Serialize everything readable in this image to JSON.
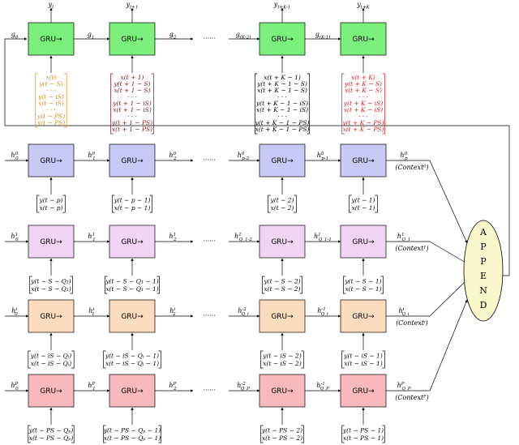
{
  "colors": {
    "decoder_box": "#7cf07c",
    "row0_box": "#c9c9f5",
    "row1_box": "#f1d6f3",
    "rowi_box": "#fbdcbf",
    "rowP_box": "#f7b9bb",
    "append_fill": "#fbf7cc",
    "orange_text": "#e08a14",
    "dark_red_text": "#8a1010",
    "red_text": "#e01818",
    "black_text": "#000000"
  },
  "gru_label": "GRU→",
  "append_letters": [
    "A",
    "P",
    "P",
    "E",
    "N",
    "D"
  ],
  "decoder": {
    "outputs": [
      "y_t",
      "y_{t+1}",
      "y_{t+K-1}",
      "y_{t+K}"
    ],
    "states": [
      "g_0",
      "g_1",
      "g_2",
      "······",
      "g_{(K-2)}",
      "g_{(K-1)}"
    ],
    "inputs": [
      [
        "x(t)",
        "y(t − S)",
        "· · ·",
        "y(t − iS)",
        "x(t − iS)",
        "· · ·",
        "y(t − PS)",
        "x(t − PS)"
      ],
      [
        "x(t + 1)",
        "y(t + 1 − S)",
        "x(t + 1 − S)",
        "· · ·",
        "y(t + 1 − iS)",
        "x(t + 1 − iS)",
        "· · ·",
        "y(t + 1 − PS)",
        "x(t + 1 − PS)"
      ],
      [
        "x(t + K − 1)",
        "y(t + K − 1 − S)",
        "x(t + K − 1 − S)",
        "· · ·",
        "y(t + K − 1 − iS)",
        "x(t + K − 1 − iS)",
        "· · ·",
        "y(t + K − 1 − PS)",
        "x(t + K − 1 − PS)"
      ],
      [
        "x(t + K)",
        "y(t + K − S)",
        "x(t + K − S)",
        "· · ·",
        "y(t + K − iS)",
        "x(t + K − iS)",
        "· · ·",
        "y(t + K − PS)",
        "x(t + K − PS)"
      ]
    ]
  },
  "encoder_rows": [
    {
      "states": [
        "h_0^0",
        "h_1^0",
        "h_2^0",
        "······",
        "h_{p-2}^0",
        "h_{p-1}^0",
        "h_p^0"
      ],
      "context": "(Context⁰)",
      "inputs": [
        [
          "y(t − p)",
          "x(t − p)"
        ],
        [
          "y(t − p − 1)",
          "x(t − p − 1)"
        ],
        [
          "y(t − 2)",
          "x(t − 2)"
        ],
        [
          "y(t − 1)",
          "x(t − 1)"
        ]
      ]
    },
    {
      "states": [
        "h_0^1",
        "h_1^1",
        "h_2^1",
        "······",
        "h_{Q_1-2}^1",
        "h_{Q_1-1}^1",
        "h_{Q_1}^1"
      ],
      "context": "(Context¹)",
      "inputs": [
        [
          "y(t − S − Q₁)",
          "x(t − S − Q₁)"
        ],
        [
          "y(t − S − Q₁ − 1)",
          "x(t − S − Q₁ − 1)"
        ],
        [
          "y(t − S − 2)",
          "x(t − S − 2)"
        ],
        [
          "y(t − S − 1)",
          "x(t − S − 1)"
        ]
      ]
    },
    {
      "states": [
        "h_0^i",
        "h_1^i",
        "h_2^i",
        "······",
        "h_{Q_i^-2}",
        "h_{Q_i^-1}",
        "h_{Q_i}^i"
      ],
      "context": "(Contextⁱ)",
      "inputs": [
        [
          "y(t − iS − Qᵢ)",
          "x(t − iS − Qᵢ)"
        ],
        [
          "y(t − iS − Qᵢ − 1)",
          "x(t − iS − Qᵢ − 1)"
        ],
        [
          "y(t − iS − 2)",
          "x(t − iS − 2)"
        ],
        [
          "y(t − iS − 1)",
          "x(t − iS − 1)"
        ]
      ]
    },
    {
      "states": [
        "h_0^P",
        "h_1^P",
        "h_2^P",
        "······",
        "h_{Q_P^-2}",
        "h_{Q_P^-1}",
        "h_{Q_P}^P"
      ],
      "context": "(Contextᴾ)",
      "inputs": [
        [
          "y(t − PS − Qₚ)",
          "x(t − PS − Qₚ)"
        ],
        [
          "y(t − PS − Qₚ − 1)",
          "x(t − PS − Qₚ − 1)"
        ],
        [
          "y(t − PS − 2)",
          "x(t − PS − 2)"
        ],
        [
          "y(t − PS − 1)",
          "x(t − PS − 1)"
        ]
      ]
    }
  ]
}
